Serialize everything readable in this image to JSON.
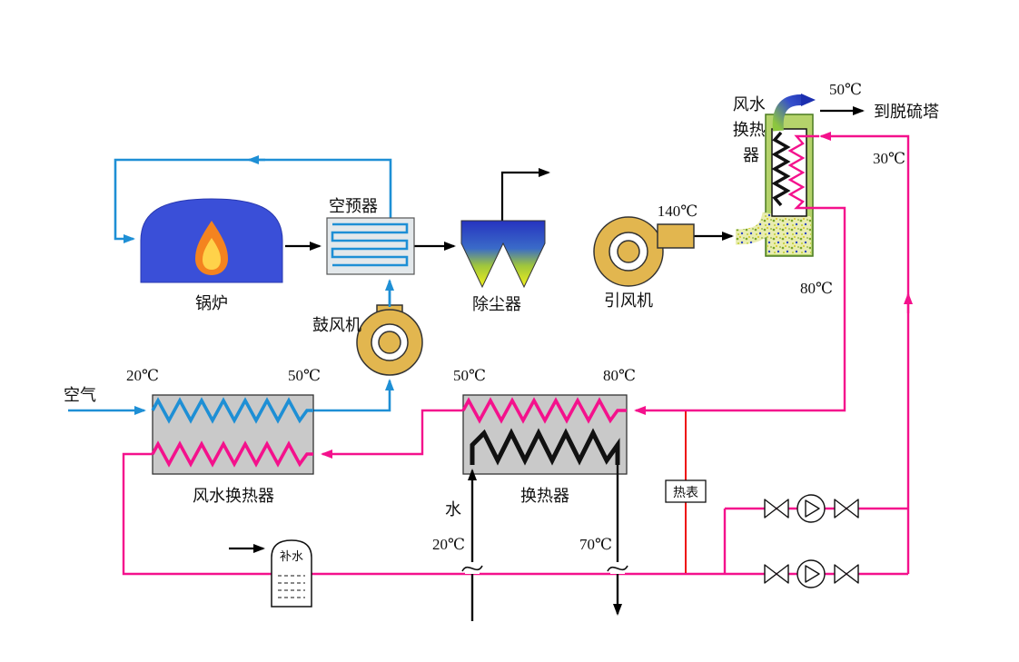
{
  "diagram": {
    "components": {
      "boiler": {
        "label": "锅炉"
      },
      "air_preheater": {
        "label": "空预器"
      },
      "forced_draft_fan": {
        "label": "鼓风机"
      },
      "dust_collector": {
        "label": "除尘器"
      },
      "induced_draft_fan": {
        "label": "引风机"
      },
      "gas_water_heat_exchanger": {
        "label_lines": [
          "风水",
          "换热",
          "器"
        ],
        "flue_in_temp": "140℃",
        "flue_out_temp": "50℃",
        "flue_outlet": "到脱硫塔",
        "water_in_temp": "30℃",
        "water_out_temp": "80℃"
      },
      "air_water_heat_exchanger": {
        "label": "风水换热器",
        "air_in_label": "空气",
        "air_in_temp": "20℃",
        "air_out_temp": "50℃"
      },
      "water_heat_exchanger": {
        "label": "换热器",
        "hot_in_temp": "80℃",
        "hot_out_temp": "50℃"
      },
      "water_circuit": {
        "label": "水",
        "in_temp": "20℃",
        "out_temp": "70℃"
      },
      "heat_meter": {
        "label": "热表"
      },
      "makeup_water_tank": {
        "label": "补水"
      }
    },
    "colors": {
      "air_line": "#1e8fd5",
      "hot_water_line": "#f4118c",
      "flue_gas_line": "#000000",
      "heat_meter_line": "#ee1111",
      "fan_fill": "#e2b64f",
      "boiler_fill": "#3a4fd8",
      "dust_collector_top": "#2633c0",
      "dust_collector_bottom": "#f2ef1d",
      "exchanger_box_fill": "#c9c9c9",
      "gas_water_hx_frame": "#b5d36b"
    }
  }
}
